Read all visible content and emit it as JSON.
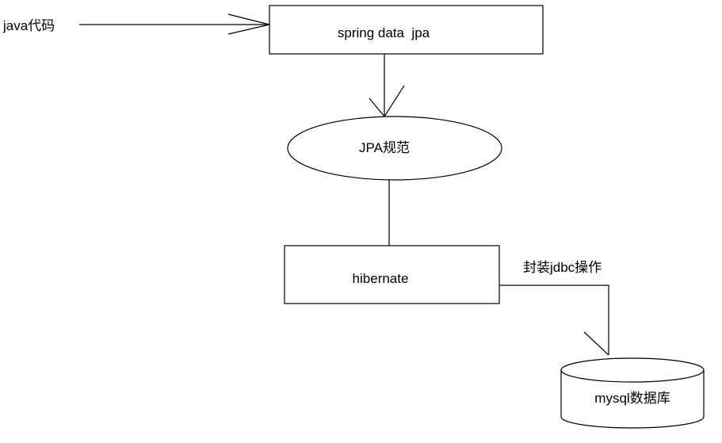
{
  "nodes": {
    "source": "java代码",
    "spring_data_jpa": "spring data  jpa",
    "jpa_spec": "JPA规范",
    "hibernate": "hibernate",
    "database": "mysql数据库"
  },
  "edges": {
    "hibernate_to_db": "封装jdbc操作"
  }
}
